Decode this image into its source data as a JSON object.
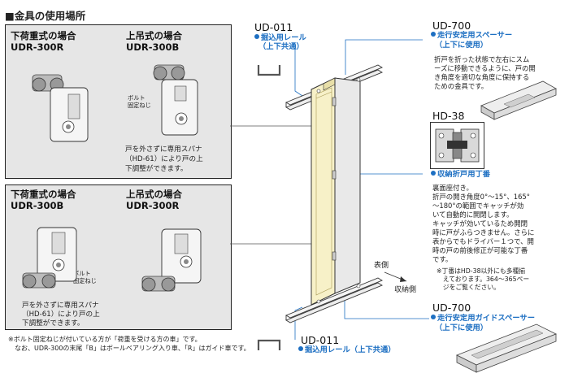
{
  "page_title": "■金具の使用場所",
  "top_left_panel": {
    "left": {
      "title": "下荷重式の場合",
      "model": "UDR-300R"
    },
    "right": {
      "title": "上吊式の場合",
      "model": "UDR-300B"
    },
    "bolt_label_1": "ボルト",
    "bolt_label_2": "固定ねじ",
    "note_lines": [
      "戸を外さずに専用スパナ",
      "（HD-61）により戸の上",
      "下調整ができます。"
    ]
  },
  "bottom_left_panel": {
    "left": {
      "title": "下荷重式の場合",
      "model": "UDR-300B"
    },
    "right": {
      "title": "上吊式の場合",
      "model": "UDR-300R"
    },
    "bolt_label_1": "ボルト",
    "bolt_label_2": "固定ねじ",
    "note_lines": [
      "戸を外さずに専用スパナ",
      "（HD-61）により戸の上",
      "下調整ができます。"
    ]
  },
  "footnote_lines": [
    "※ボルト固定ねじが付いている方が「荷重を受ける方の車」です。",
    "　なお、UDR-300の末尾「B」はボールベアリング入り車、「R」はガイド車です。"
  ],
  "ud011_top": {
    "code": "UD-011",
    "label_line1": "掘込用レール",
    "label_line2": "（上下共通）"
  },
  "ud011_bottom": {
    "code": "UD-011",
    "label": "掘込用レール（上下共通）"
  },
  "ud700_top": {
    "code": "UD-700",
    "label_line1": "走行安定用スペーサー",
    "label_line2": "（上下に使用）",
    "desc_lines": [
      "折戸を折った状態で左右にスム",
      "ーズに移動できるように、戸の開",
      "き角度を適切な角度に保持する",
      "ための金具です。"
    ]
  },
  "hd38": {
    "code": "HD-38",
    "label": "収納折戸用丁番",
    "desc_lines": [
      "裏面座付き。",
      "折戸の開き角度0°〜15°、165°",
      "〜180°の範囲でキャッチが効",
      "いて自動的に開閉します。",
      "キャッチが効いているため開閉",
      "時に戸がふらつきません。さらに",
      "表からでもドライバー１つで、開",
      "時の戸の前後修正が可能な丁番",
      "です。"
    ],
    "note_lines": [
      "※丁番はHD-38以外にも多種揃",
      "　えております。364〜365ペー",
      "　ジをご覧ください。"
    ]
  },
  "ud700_bottom": {
    "code": "UD-700",
    "label_line1": "走行安定用ガイドスペーサー",
    "label_line2": "（上下に使用）"
  },
  "side_labels": {
    "front": "表側",
    "storage": "収納側"
  },
  "colors": {
    "accent_blue": "#1d6fc2",
    "panel_grey": "#e6e6e6",
    "door_face": "#f7f1c8"
  }
}
